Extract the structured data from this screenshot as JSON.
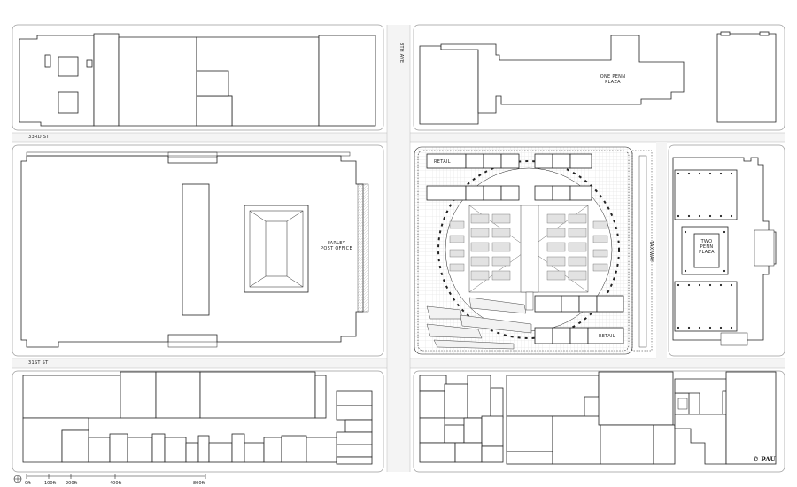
{
  "labels": {
    "st33": "33RD ST",
    "st31": "31ST ST",
    "ave8": "8TH AVE",
    "one_penn_1": "ONE PENN",
    "one_penn_2": "PLAZA",
    "farley_1": "FARLEY",
    "farley_2": "POST OFFICE",
    "two_penn_1": "TWO",
    "two_penn_2": "PENN",
    "two_penn_3": "PLAZA",
    "retail_top": "RETAIL",
    "retail_bottom": "RETAIL",
    "taxiway": "TAXIWAY"
  },
  "credit": "© PAU",
  "scale": {
    "ticks": [
      "0ft",
      "100ft",
      "200ft",
      "400ft",
      "800ft"
    ]
  },
  "colors": {
    "line": "#222222",
    "street": "#f6f6f6",
    "grid": "#cfcfcf",
    "fill": "#ffffff"
  }
}
